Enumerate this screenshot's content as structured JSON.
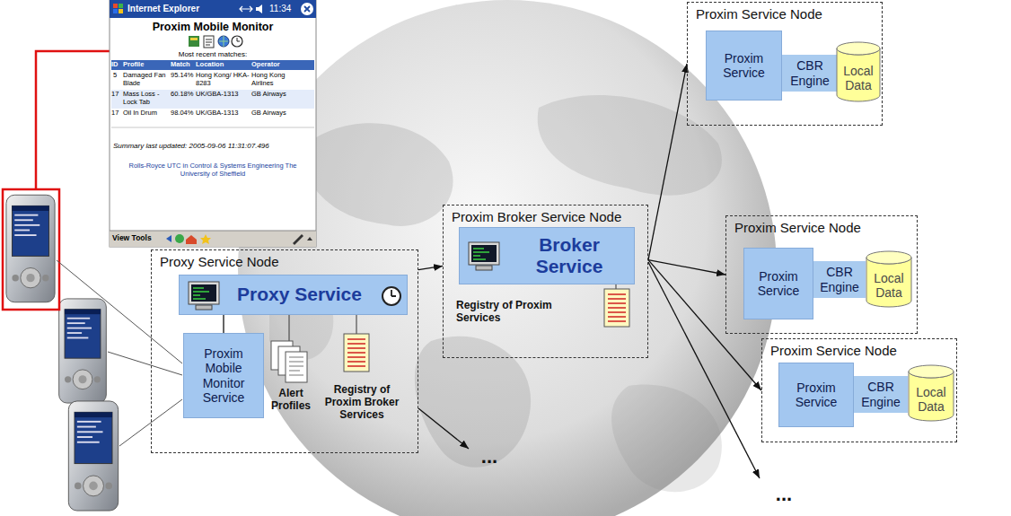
{
  "diagram": {
    "nodes": [
      {
        "text": [
          "Proxy Service Node"
        ]
      },
      {
        "text": [
          "Proxy Service"
        ],
        "in": 0
      },
      {
        "text": [
          "Proxim Mobile Monitor Service"
        ],
        "in": 0
      },
      {
        "text": [
          "Proxim Broker Service Node"
        ]
      },
      {
        "text": [
          "Broker Service"
        ],
        "in": 3
      },
      {
        "text": [
          "Proxim Service Node"
        ]
      },
      {
        "text": [
          "Proxim Service"
        ],
        "in": 5
      },
      {
        "text": [
          "CBR Engine"
        ],
        "in": 5
      },
      {
        "text": [
          "Local Data"
        ],
        "in": 5
      },
      {
        "text": [
          "Proxim Service Node"
        ]
      },
      {
        "text": [
          "Proxim Service"
        ],
        "in": 9
      },
      {
        "text": [
          "CBR Engine"
        ],
        "in": 9
      },
      {
        "text": [
          "Local Data"
        ],
        "in": 9
      },
      {
        "text": [
          "Proxim Service Node"
        ]
      },
      {
        "text": [
          "Proxim Service"
        ],
        "in": 13
      },
      {
        "text": [
          "CBR Engine"
        ],
        "in": 13
      },
      {
        "text": [
          "Local Data"
        ],
        "in": 13
      }
    ],
    "edges": [
      {
        "from": 0,
        "to": 3,
        "arrow": "to"
      },
      {
        "from": 3,
        "to": 5,
        "arrow": "to"
      },
      {
        "from": 3,
        "to": 9,
        "arrow": "to"
      },
      {
        "from": 3,
        "to": 13,
        "arrow": "to"
      },
      {
        "from": 1,
        "to": 2,
        "arrow": "none"
      }
    ],
    "labels": [
      "Internet Explorer",
      "11:34",
      "Proxim Mobile Monitor",
      "Most recent matches:",
      "ID",
      "Profile",
      "Match",
      "Location",
      "Operator",
      "5",
      "Damaged Fan Blade",
      "95.14%",
      "Hong Kong/ HKA-8283",
      "Hong Kong Airlines",
      "17",
      "Mass Loss - Lock Tab",
      "60.18%",
      "UK/GBA-1313",
      "GB Airways",
      "17",
      "Oil In Drum",
      "98.04%",
      "UK/GBA-1313",
      "GB Airways",
      "Summary last updated: 2005-09-06 11:31:07.496",
      "Rolls-Royce UTC in Control & Systems Engineering The University of Sheffield",
      "View Tools",
      "Alert Profiles",
      "Registry of Proxim Broker Services",
      "Registry of Proxim Services",
      "...",
      "..."
    ]
  }
}
